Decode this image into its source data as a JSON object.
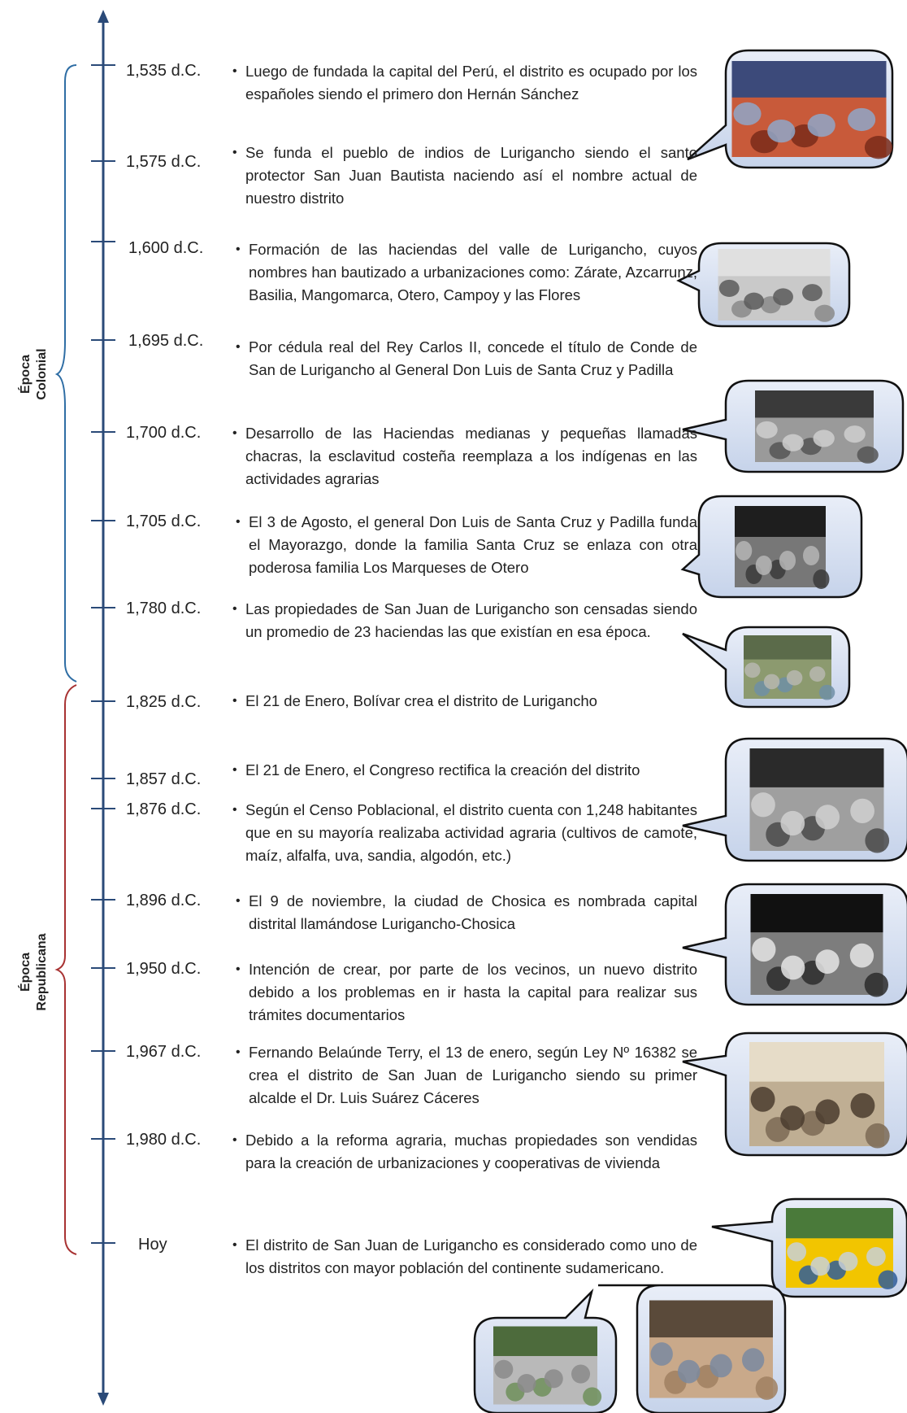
{
  "eras": [
    {
      "line1": "Época",
      "line2": "Colonial",
      "color": "#2e6da4"
    },
    {
      "line1": "Época",
      "line2": "Republicana",
      "color": "#a83232"
    }
  ],
  "events": [
    {
      "year": "1,535 d.C.",
      "text": "Luego de fundada la capital del Perú,  el distrito es ocupado por los españoles siendo el primero don Hernán Sánchez"
    },
    {
      "year": "1,575 d.C.",
      "text": "Se funda el pueblo de indios de Lurigancho siendo el santo protector San Juan Bautista naciendo así el nombre actual de nuestro distrito"
    },
    {
      "year": "1,600 d.C.",
      "text": "Formación de las haciendas del valle de Lurigancho, cuyos nombres han bautizado a urbanizaciones como: Zárate, Azcarrunz, Basilia, Mangomarca, Otero, Campoy y las Flores"
    },
    {
      "year": "1,695 d.C.",
      "text": "Por cédula real del Rey Carlos II, concede el título de Conde de San de Lurigancho al General Don Luis de Santa Cruz y Padilla"
    },
    {
      "year": "1,700 d.C.",
      "text": "Desarrollo de las Haciendas medianas y pequeñas llamadas chacras, la esclavitud costeña reemplaza a los indígenas en las actividades agrarias"
    },
    {
      "year": "1,705 d.C.",
      "text": "El 3 de Agosto, el general Don Luis de Santa Cruz y Padilla funda el Mayorazgo, donde la familia Santa Cruz se enlaza con otra poderosa familia Los Marqueses de Otero"
    },
    {
      "year": "1,780 d.C.",
      "text": "Las propiedades de San Juan de Lurigancho son censadas siendo un promedio de 23 haciendas las que existían en esa época."
    },
    {
      "year": "1,825 d.C.",
      "text": "El 21 de Enero, Bolívar crea el distrito de Lurigancho"
    },
    {
      "year": "1,857 d.C.",
      "text": "El 21 de Enero, el Congreso rectifica la creación del distrito"
    },
    {
      "year": "1,876 d.C.",
      "text": "Según el Censo Poblacional, el distrito cuenta con 1,248 habitantes que en su mayoría realizaba actividad agraria (cultivos de camote, maíz, alfalfa, uva, sandia, algodón, etc.)"
    },
    {
      "year": "1,896 d.C.",
      "text": "El 9 de noviembre, la ciudad de Chosica es nombrada capital distrital llamándose Lurigancho-Chosica"
    },
    {
      "year": "1,950 d.C.",
      "text": "Intención de crear, por parte de los vecinos, un nuevo distrito debido a los problemas en ir hasta la capital para realizar sus trámites documentarios"
    },
    {
      "year": "1,967 d.C.",
      "text": "Fernando Belaúnde Terry, el 13 de enero, según Ley Nº 16382 se crea el distrito de San Juan de Lurigancho siendo su primer alcalde el Dr. Luis Suárez Cáceres"
    },
    {
      "year": "1,980 d.C.",
      "text": "Debido a la reforma agraria, muchas propiedades son vendidas para la creación de urbanizaciones y cooperativas de vivienda"
    },
    {
      "year": "Hoy",
      "text": "El distrito de San Juan de Lurigancho es considerado como uno de los distritos con mayor población del continente sudamericano."
    }
  ],
  "photos": [
    {
      "caption": "",
      "palette": [
        "#7a2b1a",
        "#c85a3a",
        "#8fa7c9",
        "#3c4a7a"
      ]
    },
    {
      "caption": "",
      "palette": [
        "#8a8a8a",
        "#c9c9c9",
        "#5a5a5a",
        "#e0e0e0"
      ]
    },
    {
      "caption": "",
      "palette": [
        "#555555",
        "#9a9a9a",
        "#cfcfcf",
        "#3a3a3a"
      ]
    },
    {
      "caption": "",
      "palette": [
        "#3a3a3a",
        "#777777",
        "#b5b5b5",
        "#1e1e1e"
      ]
    },
    {
      "caption": "",
      "palette": [
        "#6f8fa6",
        "#8c9a6f",
        "#b7b7b0",
        "#5b6b4a"
      ]
    },
    {
      "caption": "",
      "palette": [
        "#4a4a4a",
        "#9f9f9f",
        "#d0d0d0",
        "#2a2a2a"
      ]
    },
    {
      "caption": "",
      "palette": [
        "#2c2c2c",
        "#7d7d7d",
        "#e5e5e5",
        "#111111"
      ]
    },
    {
      "caption": "",
      "palette": [
        "#7b6a55",
        "#bfae93",
        "#4a3c2e",
        "#e6dcc8"
      ]
    },
    {
      "caption": "",
      "palette": [
        "#2f5d9a",
        "#f2c500",
        "#c8d0d8",
        "#4a7a3a"
      ]
    },
    {
      "caption": "",
      "palette": [
        "#a08060",
        "#c9a98a",
        "#7a8aa0",
        "#5a4a3a"
      ]
    },
    {
      "caption": "",
      "palette": [
        "#6e8f5a",
        "#b9b9b9",
        "#8a8a8a",
        "#4d6b3c"
      ]
    }
  ]
}
